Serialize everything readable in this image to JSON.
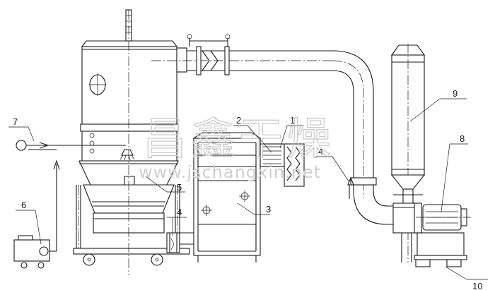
{
  "watermark": {
    "brand_text": "昌鑫干燥",
    "url_text": "www.jschangxin.net"
  },
  "callouts": [
    {
      "id": "1",
      "label": "1"
    },
    {
      "id": "2",
      "label": "2"
    },
    {
      "id": "3",
      "label": "3"
    },
    {
      "id": "4a",
      "label": "4"
    },
    {
      "id": "4b",
      "label": "4"
    },
    {
      "id": "5",
      "label": "5"
    },
    {
      "id": "6",
      "label": "6"
    },
    {
      "id": "7",
      "label": "7"
    },
    {
      "id": "8",
      "label": "8"
    },
    {
      "id": "9",
      "label": "9"
    },
    {
      "id": "10",
      "label": "10"
    }
  ],
  "colors": {
    "line": "#1a1a1a",
    "watermark": "#c9c9c9",
    "background": "#ffffff"
  }
}
